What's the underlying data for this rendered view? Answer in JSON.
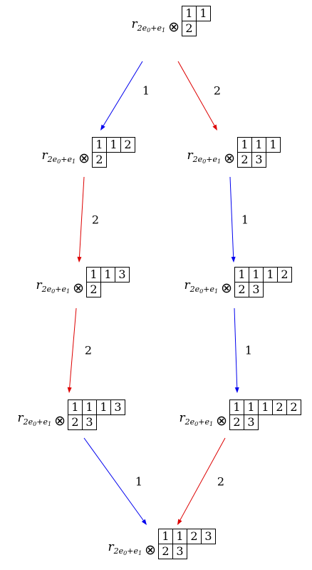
{
  "nodes": [
    {
      "id": "top",
      "rows": [
        [
          "1",
          "1"
        ],
        [
          "2"
        ]
      ]
    },
    {
      "id": "l1",
      "rows": [
        [
          "1",
          "1",
          "2"
        ],
        [
          "2"
        ]
      ]
    },
    {
      "id": "r1",
      "rows": [
        [
          "1",
          "1",
          "1"
        ],
        [
          "2",
          "3"
        ]
      ]
    },
    {
      "id": "l2",
      "rows": [
        [
          "1",
          "1",
          "3"
        ],
        [
          "2"
        ]
      ]
    },
    {
      "id": "r2",
      "rows": [
        [
          "1",
          "1",
          "1",
          "2"
        ],
        [
          "2",
          "3"
        ]
      ]
    },
    {
      "id": "l3",
      "rows": [
        [
          "1",
          "1",
          "1",
          "3"
        ],
        [
          "2",
          "3"
        ]
      ]
    },
    {
      "id": "r3",
      "rows": [
        [
          "1",
          "1",
          "1",
          "2",
          "2"
        ],
        [
          "2",
          "3"
        ]
      ]
    },
    {
      "id": "bottom",
      "rows": [
        [
          "1",
          "1",
          "2",
          "3"
        ],
        [
          "2",
          "3"
        ]
      ]
    }
  ],
  "label": {
    "r": "r",
    "sub": "2e",
    "subsub": "0",
    "sub_tail": "+e",
    "subsub_tail": "1",
    "op": "⊗"
  },
  "edges": [
    {
      "from": "top",
      "to": "l1",
      "label": "1",
      "color": "#0000ee"
    },
    {
      "from": "top",
      "to": "r1",
      "label": "2",
      "color": "#dd0000"
    },
    {
      "from": "l1",
      "to": "l2",
      "label": "2",
      "color": "#dd0000"
    },
    {
      "from": "r1",
      "to": "r2",
      "label": "1",
      "color": "#0000ee"
    },
    {
      "from": "l2",
      "to": "l3",
      "label": "2",
      "color": "#dd0000"
    },
    {
      "from": "r2",
      "to": "r3",
      "label": "1",
      "color": "#0000ee"
    },
    {
      "from": "l3",
      "to": "bottom",
      "label": "1",
      "color": "#0000ee"
    },
    {
      "from": "r3",
      "to": "bottom",
      "label": "2",
      "color": "#dd0000"
    }
  ]
}
